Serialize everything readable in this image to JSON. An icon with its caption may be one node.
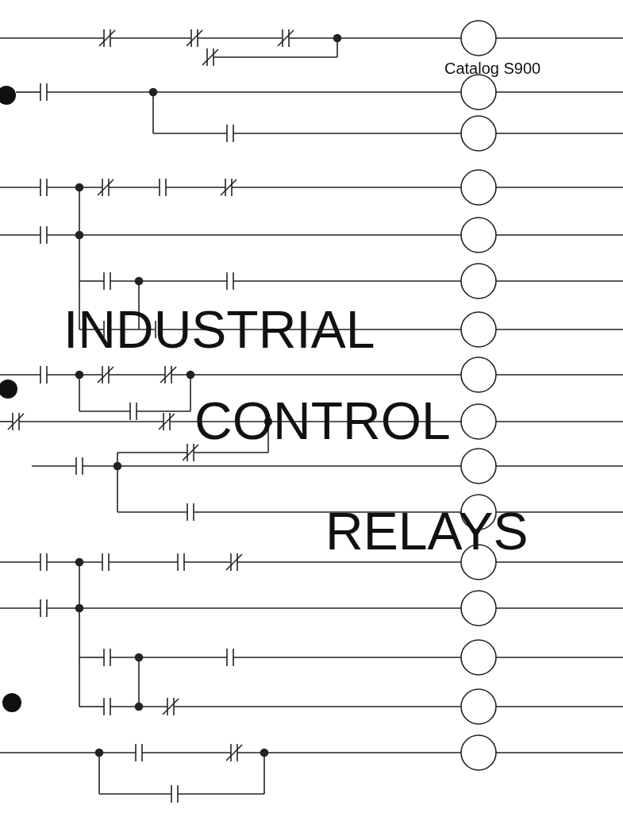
{
  "diagram": {
    "labels": [
      "Catalog S900",
      "INDUSTRIAL",
      "CONTROL",
      "RELAYS"
    ]
  }
}
